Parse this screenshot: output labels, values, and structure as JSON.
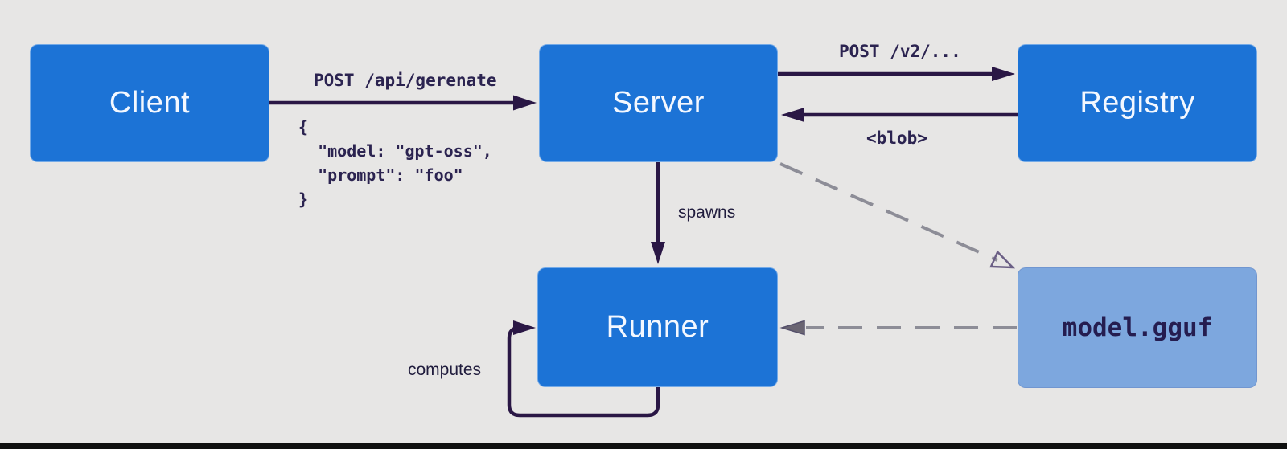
{
  "colors": {
    "background": "#e7e6e5",
    "node_fill": "#1c73d6",
    "file_fill": "#7da7de",
    "node_text": "#f4f8ff",
    "file_text": "#251d50",
    "arrow": "#2a1745",
    "label_text": "#2b2350",
    "dashed_arrow": "#8d8d97",
    "dashed_head": "#6b5f85",
    "bottom_bar": "#101010"
  },
  "nodes": {
    "client": {
      "label": "Client"
    },
    "server": {
      "label": "Server"
    },
    "registry": {
      "label": "Registry"
    },
    "runner": {
      "label": "Runner"
    },
    "model": {
      "label": "model.gguf"
    }
  },
  "edges": {
    "client_to_server": {
      "label": "POST /api/gerenate",
      "body": "{\n  \"model: \"gpt-oss\",\n  \"prompt\": \"foo\"\n}"
    },
    "server_to_registry": {
      "label": "POST /v2/..."
    },
    "registry_to_server": {
      "label": "<blob>"
    },
    "server_to_runner": {
      "label": "spawns"
    },
    "runner_self": {
      "label": "computes"
    },
    "server_to_model": {
      "style": "dashed"
    },
    "model_to_runner": {
      "style": "dashed"
    }
  }
}
